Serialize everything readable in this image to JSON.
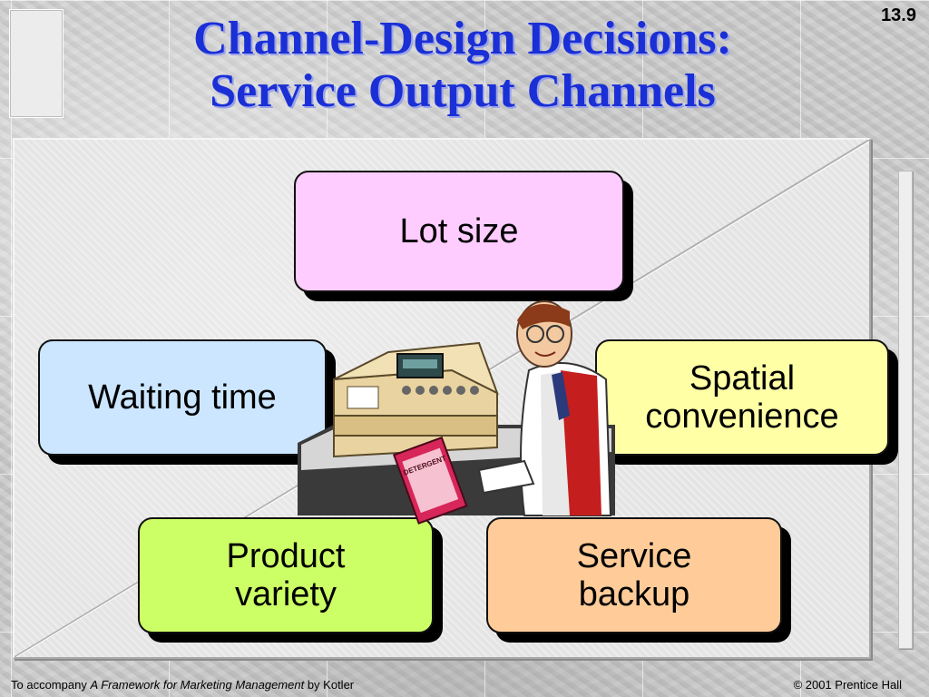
{
  "slide": {
    "number": "13.9",
    "title_line1": "Channel-Design Decisions:",
    "title_line2": "Service Output Channels"
  },
  "boxes": {
    "lot_size": {
      "label": "Lot size",
      "color": "#ffccff"
    },
    "waiting_time": {
      "label": "Waiting time",
      "color": "#cce6ff"
    },
    "spatial_convenience": {
      "label": "Spatial\nconvenience",
      "color": "#ffffa6"
    },
    "product_variety": {
      "label": "Product\nvariety",
      "color": "#ccff66"
    },
    "service_backup": {
      "label": "Service\nbackup",
      "color": "#ffcc99"
    }
  },
  "clipart": {
    "icon": "cashier-with-register-icon",
    "package_label": "DETERGENT"
  },
  "footer": {
    "left_prefix": "To accompany ",
    "left_book": "A Framework for Marketing Management",
    "left_suffix": " by Kotler",
    "right": "© 2001 Prentice Hall"
  },
  "colors": {
    "title": "#1a2fd6",
    "box_shadow": "#000000"
  }
}
